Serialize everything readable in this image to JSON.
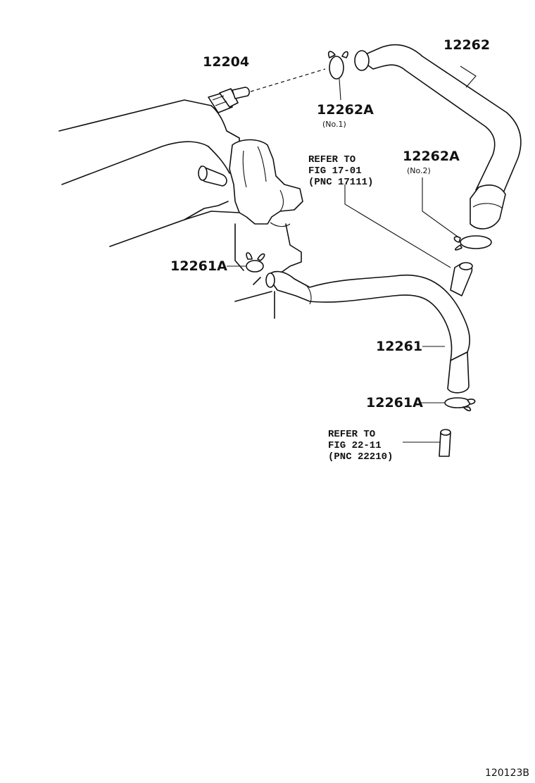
{
  "parts": {
    "p12204": "12204",
    "p12262": "12262",
    "p12262a_no1": "12262A",
    "no1": "(No.1)",
    "p12262a_no2": "12262A",
    "no2": "(No.2)",
    "p12261a_top": "12261A",
    "p12261": "12261",
    "p12261a_bottom": "12261A"
  },
  "refs": {
    "ref1": {
      "line1": "REFER TO",
      "line2": "FIG 17-01",
      "line3": "(PNC 17111)"
    },
    "ref2": {
      "line1": "REFER TO",
      "line2": "FIG 22-11",
      "line3": "(PNC 22210)"
    }
  },
  "figure_id": "120123B"
}
